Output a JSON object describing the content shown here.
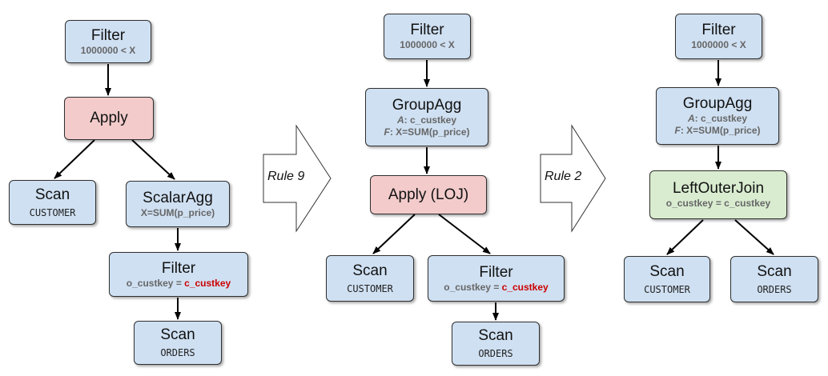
{
  "colors": {
    "scan": "#cfe0f2",
    "apply": "#f3cbcb",
    "join": "#d9ecd0",
    "highlight": "#cc0000"
  },
  "rules": {
    "rule9": "Rule 9",
    "rule2": "Rule 2"
  },
  "plan1": {
    "filter": {
      "title": "Filter",
      "sub": "1000000 < X"
    },
    "apply": {
      "title": "Apply"
    },
    "scan_customer": {
      "title": "Scan",
      "table": "CUSTOMER"
    },
    "scalaragg": {
      "title": "ScalarAgg",
      "sub": "X=SUM(p_price)"
    },
    "filter2": {
      "title": "Filter",
      "sub_prefix": "o_custkey = ",
      "sub_highlight": "c_custkey"
    },
    "scan_orders": {
      "title": "Scan",
      "table": "ORDERS"
    }
  },
  "plan2": {
    "filter": {
      "title": "Filter",
      "sub": "1000000 < X"
    },
    "groupagg": {
      "title": "GroupAgg",
      "a_label": "A",
      "a_value": ": c_custkey",
      "f_label": "F",
      "f_value": ": X=SUM(p_price)"
    },
    "apply": {
      "title": "Apply (LOJ)"
    },
    "scan_customer": {
      "title": "Scan",
      "table": "CUSTOMER"
    },
    "filter2": {
      "title": "Filter",
      "sub_prefix": "o_custkey = ",
      "sub_highlight": "c_custkey"
    },
    "scan_orders": {
      "title": "Scan",
      "table": "ORDERS"
    }
  },
  "plan3": {
    "filter": {
      "title": "Filter",
      "sub": "1000000 < X"
    },
    "groupagg": {
      "title": "GroupAgg",
      "a_label": "A",
      "a_value": ": c_custkey",
      "f_label": "F",
      "f_value": ": X=SUM(p_price)"
    },
    "join": {
      "title": "LeftOuterJoin",
      "sub": "o_custkey = c_custkey"
    },
    "scan_customer": {
      "title": "Scan",
      "table": "CUSTOMER"
    },
    "scan_orders": {
      "title": "Scan",
      "table": "ORDERS"
    }
  }
}
